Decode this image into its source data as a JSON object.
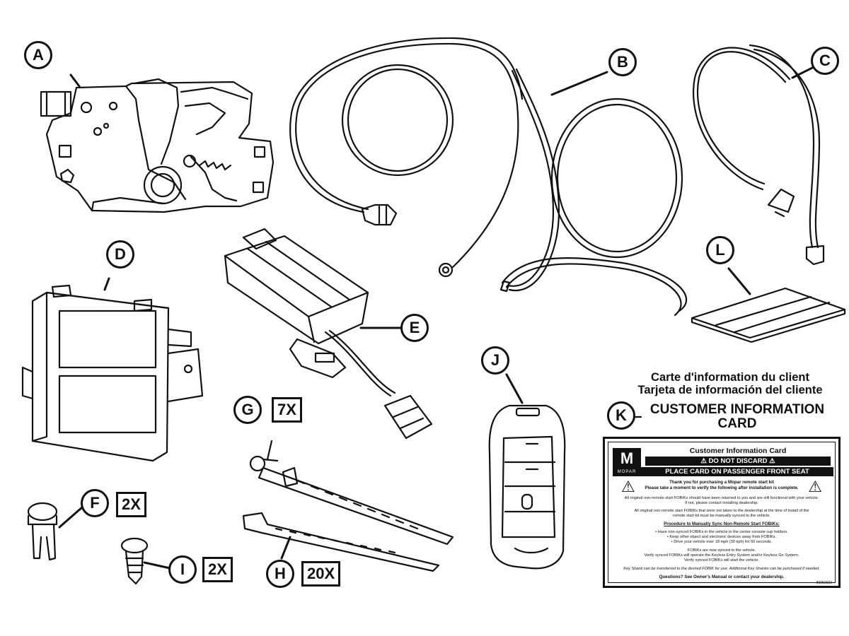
{
  "callouts": {
    "A": "A",
    "B": "B",
    "C": "C",
    "D": "D",
    "E": "E",
    "F": "F",
    "G": "G",
    "H": "H",
    "I": "I",
    "J": "J",
    "K": "K",
    "L": "L"
  },
  "quantities": {
    "F": "2X",
    "G": "7X",
    "H": "20X",
    "I": "2X"
  },
  "card_heading": {
    "fr": "Carte d'information du client",
    "es": "Tarjeta de información del cliente",
    "en_line1": "CUSTOMER INFORMATION",
    "en_line2": "CARD"
  },
  "card": {
    "logo": "M",
    "logo_text": "MOPAR",
    "title": "Customer Information Card",
    "do_not_discard": "DO NOT DISCARD",
    "place_card": "PLACE CARD ON PASSENGER FRONT SEAT",
    "thanks_1": "Thank you for purchasing a Mopar remote start kit",
    "thanks_2": "Please take a moment to verify the following after installation is complete.",
    "para_1a": "All original non-remote start FOBIKs should have been returned to you and are still functional with your vehicle.",
    "para_1b": "If not, please contact installing dealership.",
    "para_2a": "All original non-remote start FOBIKs that were not taken to the dealership at the time of install of the",
    "para_2b": "remote start kit must be manually synced to the vehicle.",
    "procedure": "Procedure to Manually Sync Non-Remote Start FOBIKs:",
    "step_1": "• Have non-synced FOBIKs in the vehicle in the center console cup holders.",
    "step_2": "• Keep other object and electronic devices away from FOBIKs.",
    "step_3": "• Drive your vehicle over 18 mph (30 kph) for 60 seconds.",
    "synced_1": "FOBIKs are now synced to the vehicle.",
    "synced_2": "Verify synced FOBIKs will operate the Keyless Entry System and/or Keyless Go System.",
    "synced_3": "Verify synced FOBIKs will start the vehicle.",
    "key_shank": "Key Shank can be transferred to the desired FOBIK for use. Additional Key Shanks can be purchased if needed.",
    "questions": "Questions? See Owner's Manual or contact your dealership.",
    "code": "80952022"
  }
}
